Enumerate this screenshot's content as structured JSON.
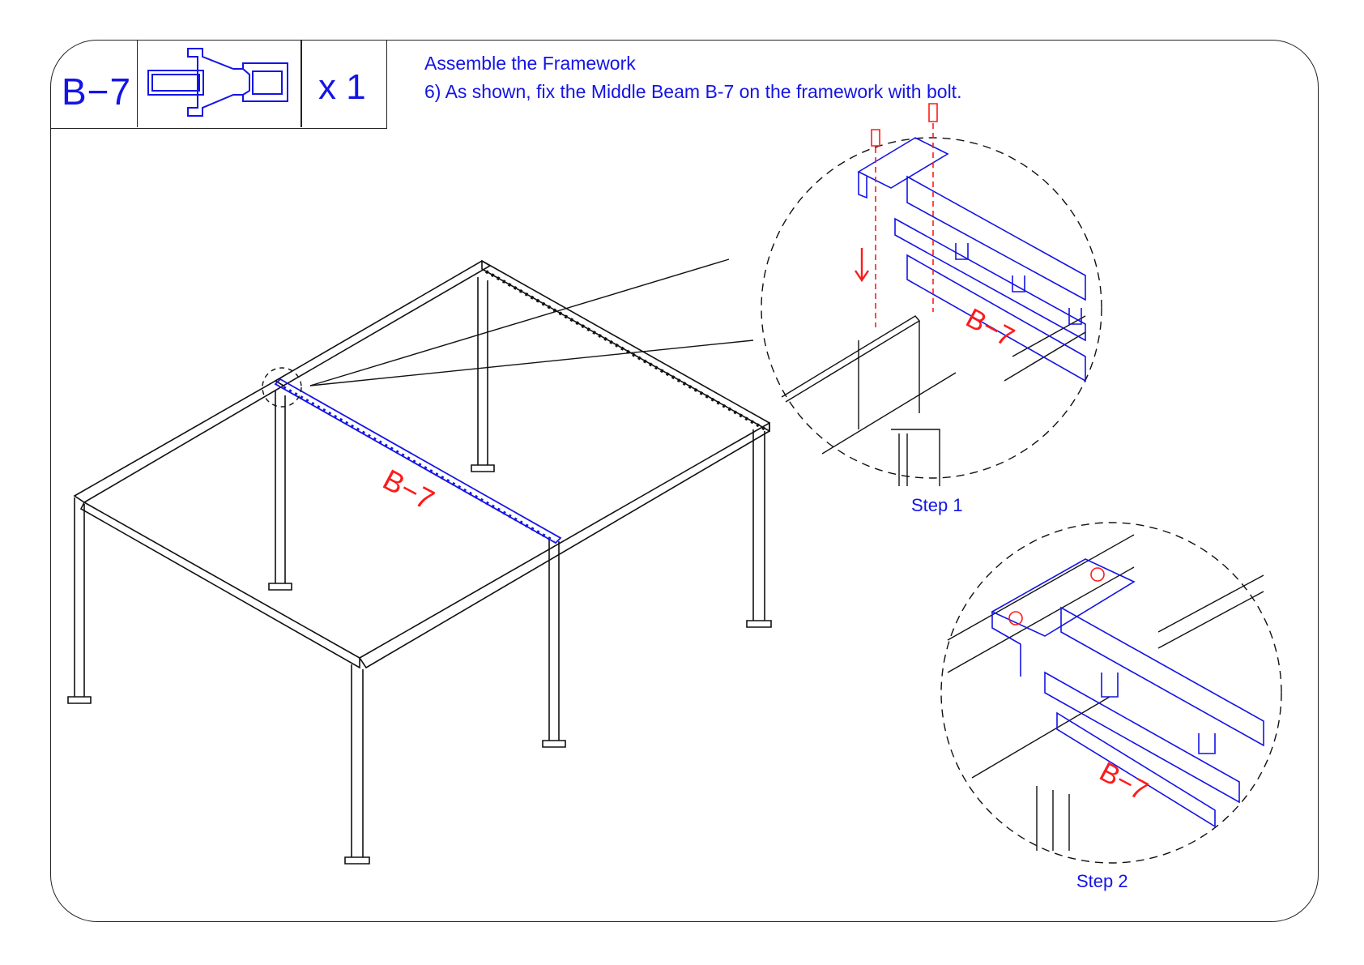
{
  "header": {
    "part_code": "B−7",
    "quantity": "x 1"
  },
  "title": "Assemble the Framework",
  "instruction": "6) As shown, fix the Middle Beam B-7 on the framework with bolt.",
  "labels": {
    "main_beam": "B−7",
    "detail1_beam": "B−7",
    "detail2_beam": "B−7"
  },
  "steps": {
    "step1": "Step 1",
    "step2": "Step 2"
  },
  "colors": {
    "text": "#1414e6",
    "label": "#ff1a1a",
    "line": "#111111",
    "highlight": "#1414e6"
  }
}
